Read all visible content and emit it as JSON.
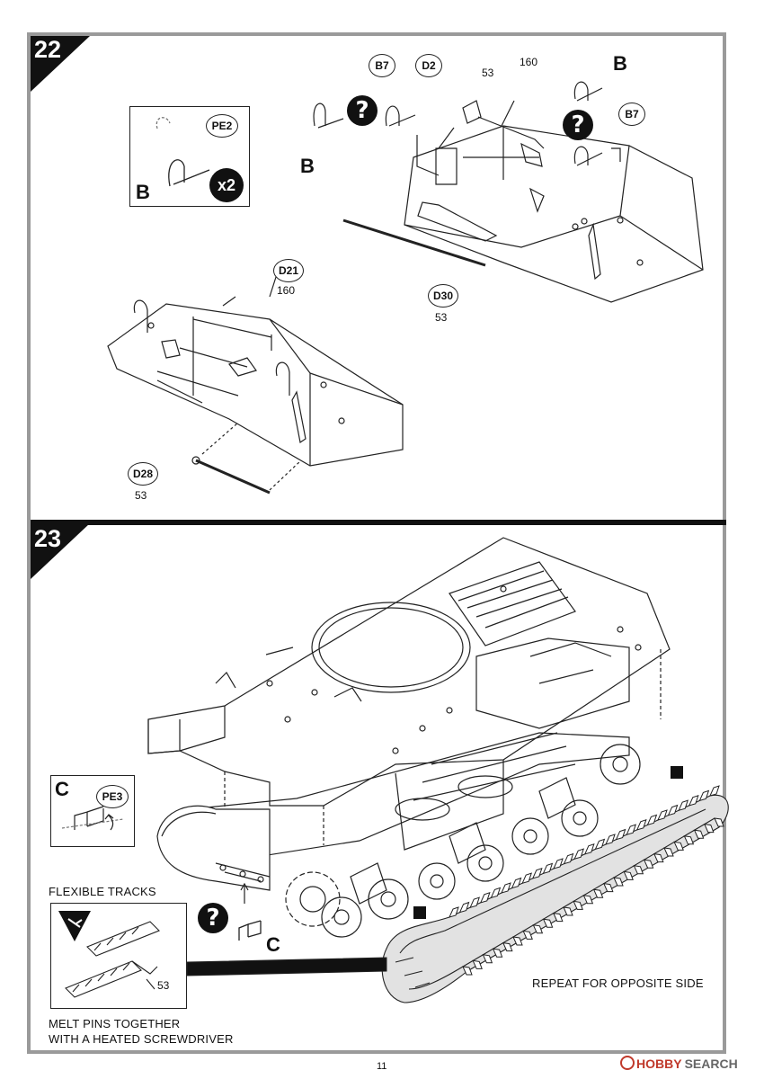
{
  "steps": [
    {
      "number": "22"
    },
    {
      "number": "23"
    }
  ],
  "step22": {
    "inset": {
      "part": "PE2",
      "label": "B",
      "multiplier": "x2"
    },
    "top_right": {
      "b_left": "B",
      "b_right": "B",
      "b7_left": "B7",
      "b7_right": "B7",
      "d2": "D2",
      "d2_value": "53",
      "top_value": "160",
      "d30": "D30",
      "d30_value": "53"
    },
    "lower_left": {
      "d21": "D21",
      "d21_value": "160",
      "d28": "D28",
      "d28_value": "53"
    },
    "question_marks": [
      "?",
      "?"
    ]
  },
  "step23": {
    "inset_c": {
      "label": "C",
      "part": "PE3"
    },
    "flexible_tracks_label": "FLEXIBLE TRACKS",
    "flex_value": "53",
    "melt_line1": "MELT PINS TOGETHER",
    "melt_line2": "WITH A HEATED SCREWDRIVER",
    "part_c": "C",
    "question_mark": "?",
    "repeat_label": "REPEAT FOR OPPOSITE SIDE"
  },
  "footer": {
    "page_number": "11",
    "watermark_brand": "HOBBY",
    "watermark_suffix": "SEARCH"
  },
  "colors": {
    "frame": "#9a9a9a",
    "ink": "#111111",
    "track_fill": "#e2e2e2"
  }
}
